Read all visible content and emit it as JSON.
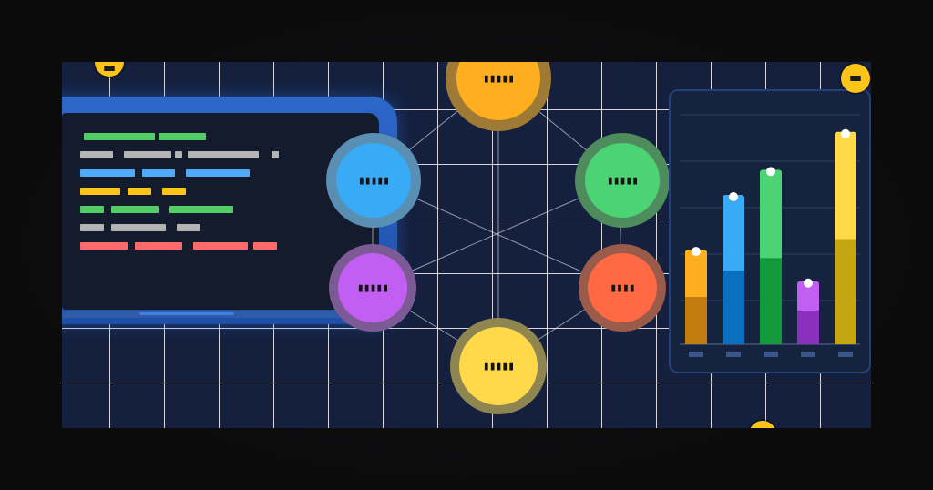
{
  "menu_buttons": [
    {
      "name": "menu-button-top-left",
      "icon": "hamburger-menu-icon"
    },
    {
      "name": "menu-button-top-right",
      "icon": "hamburger-menu-icon"
    }
  ],
  "laptop": {
    "code_colors": [
      "#51cf66",
      "#b4b4b4",
      "#4dabf7",
      "#fcc419",
      "#51cf66",
      "#b4b4b4",
      "#ff6b6b"
    ]
  },
  "network": {
    "nodes": [
      {
        "id": "node-orange",
        "label": "▮▮▮▮▮",
        "color": "#ffae1f",
        "ring": "#9e7a34"
      },
      {
        "id": "node-blue",
        "label": "▮▮▮▮▮",
        "color": "#39aaf5",
        "ring": "#5a8fb4"
      },
      {
        "id": "node-green",
        "label": "▮▮▮▮▮",
        "color": "#4bd374",
        "ring": "#4e8c5d"
      },
      {
        "id": "node-purple",
        "label": "▮▮▮▮▮",
        "color": "#c35ef2",
        "ring": "#7b5a96"
      },
      {
        "id": "node-red",
        "label": "▮▮▮▮",
        "color": "#ff6a45",
        "ring": "#9a5b4b"
      },
      {
        "id": "node-yellow",
        "label": "▮▮▮▮▮",
        "color": "#ffd94a",
        "ring": "#8f8551"
      }
    ]
  },
  "chart_data": {
    "type": "bar",
    "categories": [
      "",
      "",
      "",
      "",
      ""
    ],
    "values": [
      90,
      142,
      166,
      60,
      202
    ],
    "lower_segments": [
      45,
      70,
      82,
      32,
      100
    ],
    "ylim": [
      0,
      220
    ],
    "grid": true,
    "colors": [
      "#ffae1f",
      "#39aaf5",
      "#4bd374",
      "#c35ef2",
      "#ffd94a"
    ],
    "dark_colors": [
      "#c27b0e",
      "#0a6fbf",
      "#139a3a",
      "#8a30bd",
      "#c4a514"
    ]
  }
}
